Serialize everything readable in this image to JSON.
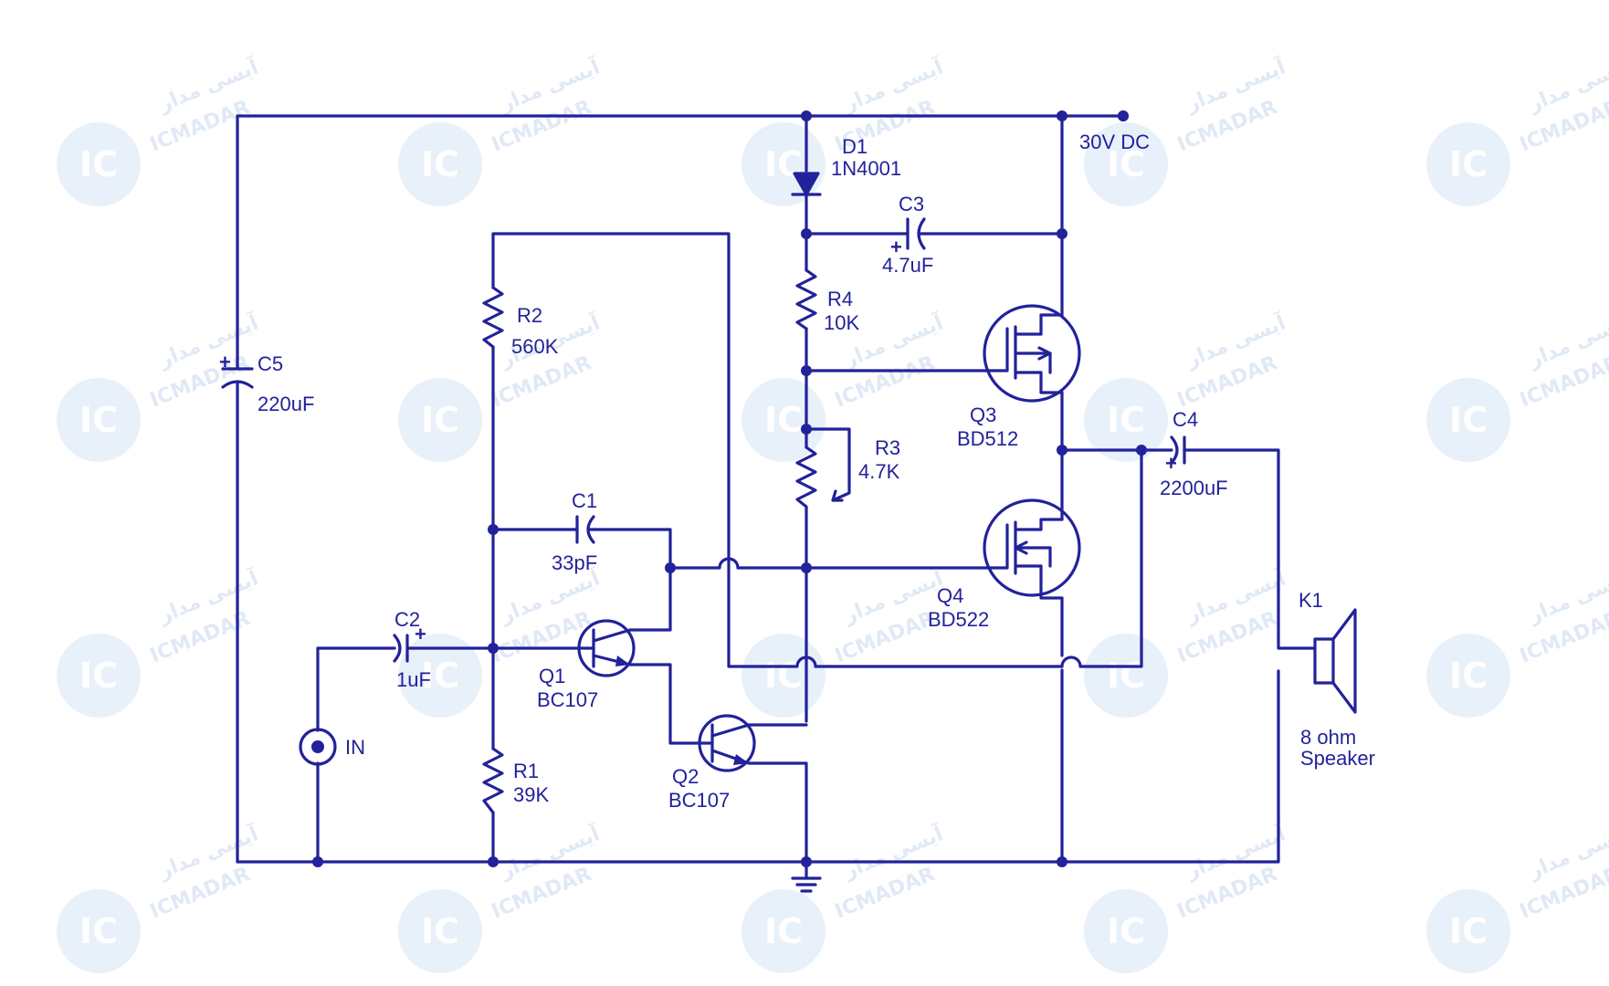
{
  "colors": {
    "ink": "#22229a",
    "watermark": "#c8d8ee",
    "background": "#ffffff"
  },
  "supply": {
    "label": "30V DC"
  },
  "components": {
    "d1": {
      "ref": "D1",
      "value": "1N4001"
    },
    "c3": {
      "ref": "C3",
      "value": "4.7uF",
      "polarity": "+"
    },
    "r4": {
      "ref": "R4",
      "value": "10K"
    },
    "r3": {
      "ref": "R3",
      "value": "4.7K"
    },
    "r2": {
      "ref": "R2",
      "value": "560K"
    },
    "r1": {
      "ref": "R1",
      "value": "39K"
    },
    "c5": {
      "ref": "C5",
      "value": "220uF",
      "polarity": "+"
    },
    "c1": {
      "ref": "C1",
      "value": "33pF"
    },
    "c2": {
      "ref": "C2",
      "value": "1uF",
      "polarity": "+"
    },
    "q1": {
      "ref": "Q1",
      "value": "BC107"
    },
    "q2": {
      "ref": "Q2",
      "value": "BC107"
    },
    "q3": {
      "ref": "Q3",
      "value": "BD512"
    },
    "q4": {
      "ref": "Q4",
      "value": "BD522"
    },
    "c4": {
      "ref": "C4",
      "value": "2200uF",
      "polarity": "+"
    },
    "k1": {
      "ref": "K1",
      "value_line1": "8 ohm",
      "value_line2": "Speaker"
    },
    "input": {
      "label": "IN"
    }
  },
  "watermark": {
    "brand_latin": "ICMADAR",
    "brand_persian": "آیسی مدار",
    "logo_text": "IC"
  }
}
